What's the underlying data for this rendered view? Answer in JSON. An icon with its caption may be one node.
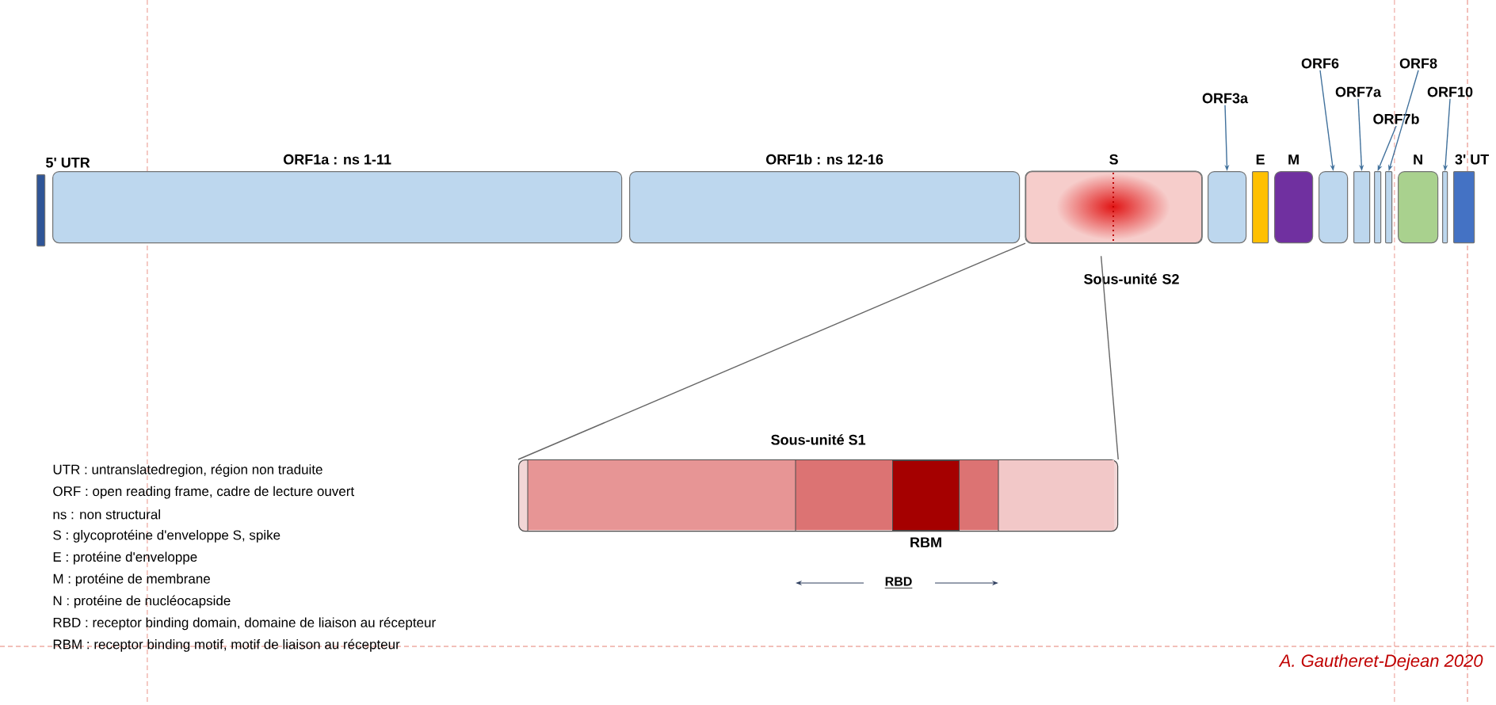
{
  "diagram": {
    "nodes": [
      {
        "text": [
          "5' UTR"
        ]
      },
      {
        "text": [
          "ORF1a : ns 1-11"
        ]
      },
      {
        "text": [
          "ORF1b : ns 12-16"
        ]
      },
      {
        "text": [
          "S"
        ],
        "beside": [
          "Sous-unité S2"
        ]
      },
      {
        "text": [],
        "shape": "box"
      },
      {
        "text": [
          "E"
        ]
      },
      {
        "text": [
          "M"
        ]
      },
      {
        "text": [],
        "shape": "box"
      },
      {
        "text": [],
        "shape": "box"
      },
      {
        "text": [],
        "shape": "box"
      },
      {
        "text": [],
        "shape": "box"
      },
      {
        "text": [
          "N"
        ]
      },
      {
        "text": [],
        "shape": "box"
      },
      {
        "text": [
          "3' UT"
        ]
      },
      {
        "text": [
          "ORF3a"
        ]
      },
      {
        "text": [
          "ORF6"
        ]
      },
      {
        "text": [
          "ORF7a"
        ]
      },
      {
        "text": [
          "ORF7b"
        ]
      },
      {
        "text": [
          "ORF8"
        ]
      },
      {
        "text": [
          "ORF10"
        ]
      },
      {
        "text": [
          "Sous-unité S1"
        ]
      },
      {
        "text": [
          "RBM"
        ],
        "in": 20
      }
    ],
    "edges": [
      {
        "from": 14,
        "to": 4,
        "arrow": "to"
      },
      {
        "from": 15,
        "to": 7,
        "arrow": "to"
      },
      {
        "from": 16,
        "to": 8,
        "arrow": "to"
      },
      {
        "from": 17,
        "to": 9,
        "arrow": "to"
      },
      {
        "from": 18,
        "to": 10,
        "arrow": "to"
      },
      {
        "from": 19,
        "to": 12,
        "arrow": "to"
      },
      {
        "from": 3,
        "to": 20,
        "arrow": "none"
      },
      {
        "from": 3,
        "to": 20,
        "arrow": "none"
      }
    ],
    "labels": [
      "RBD",
      "UTR : untranslatedregion, région non traduite",
      "ORF : open reading frame, cadre de lecture ouvert",
      "ns : non structural",
      "S : glycoprotéine d'enveloppe  S, spike",
      "E : protéine d'enveloppe",
      "M : protéine de membrane",
      "N : protéine de nucléocapside",
      "RBD : receptor binding domain, domaine de liaison au récepteur",
      "RBM : receptor binding motif, motif de liaison au récepteur",
      "A. Gautheret-Dejean 2020"
    ]
  }
}
